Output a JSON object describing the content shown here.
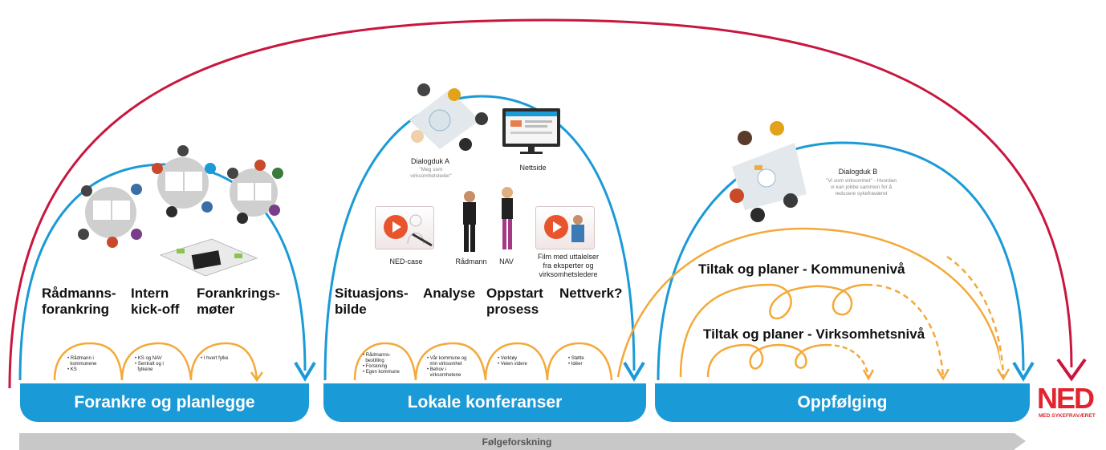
{
  "phases": [
    {
      "label": "Forankre og planlegge"
    },
    {
      "label": "Lokale konferanser"
    },
    {
      "label": "Oppfølging"
    }
  ],
  "steps": {
    "radmanns": "Rådmanns-\nforankring",
    "intern": "Intern\nkick-off",
    "forankringsmoter": "Forankrings-\nmøter",
    "situasjonsbilde": "Situasjons-\nbilde",
    "analyse": "Analyse",
    "oppstart": "Oppstart\nprosess",
    "nettverk": "Nettverk?",
    "tiltak_kommune": "Tiltak og planer - Kommunenivå",
    "tiltak_virksomhet": "Tiltak og planer - Virksomhetsnivå"
  },
  "bullets": {
    "b1": "• Rådmann i\n  kommunene\n• KS",
    "b2": "• KS og NAV\n• Sentralt og i\n  fylkene",
    "b3": "• I hvert fylke",
    "b4": "• Rådmanns-\n  bestilling\n• Forskning\n• Egen kommune",
    "b5": "• Vår kommune og\n  min virksomhet\n• Behov i\n  virksomhetene",
    "b6": "• Verktøy\n• Veien videre",
    "b7": "• Støtte\n• Idéer"
  },
  "media": {
    "dialogduk_a": "Dialogduk A",
    "dialogduk_a_quote": "\"Meg som\nvirksomhetsleder\"",
    "nettside": "Nettside",
    "ned_case": "NED-case",
    "radmann": "Rådmann",
    "nav": "NAV",
    "film": "Film med uttalelser\nfra eksperter og\nvirksomhetsledere",
    "dialogduk_b": "Dialogduk B",
    "dialogduk_b_quote": "\"Vi som virksomhet\" - Hvordan\nvi kan jobbe sammen for å\nredusere sykefraværet"
  },
  "footer": {
    "follow_research": "Følgeforskning"
  },
  "logo": {
    "text": "NED",
    "subtitle": "MED SYKEFRAVÆRET"
  },
  "colors": {
    "blue": "#1a9ad6",
    "red": "#c8173f",
    "orange": "#f4a93a",
    "grey": "#c8c8c8"
  }
}
